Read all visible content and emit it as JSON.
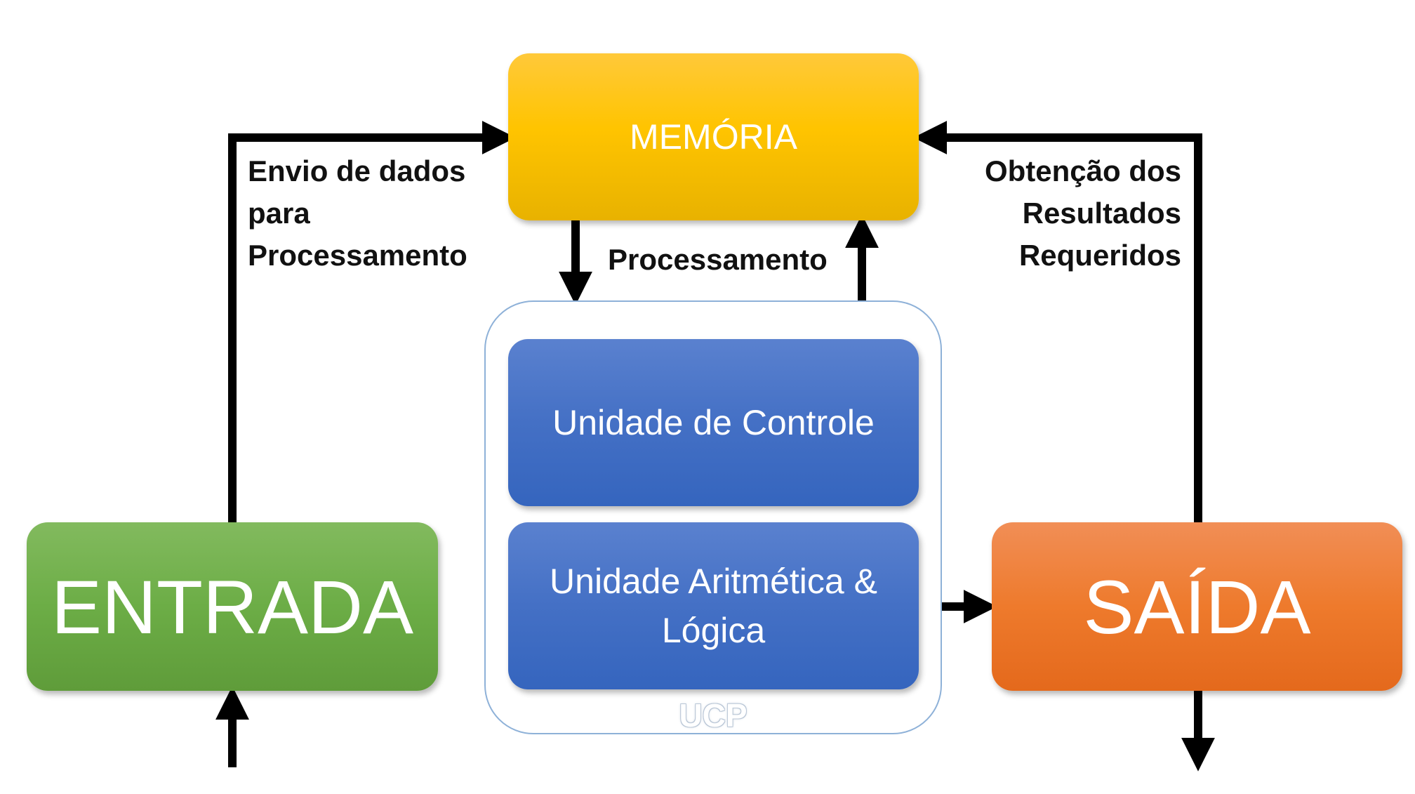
{
  "boxes": {
    "memoria": "MEMÓRIA",
    "entrada": "ENTRADA",
    "saida": "SAÍDA",
    "unidade_controle": "Unidade de Controle",
    "unidade_ula": "Unidade Aritmética &\nLógica",
    "ucp": "UCP"
  },
  "labels": {
    "envio": "Envio de dados\npara\nProcessamento",
    "processamento": "Processamento",
    "obtencao": "Obtenção dos\nResultados\nRequeridos"
  },
  "colors": {
    "memoria": "#ffc400",
    "entrada": "#6cad46",
    "saida": "#ee7a2c",
    "unidades": "#4470c5",
    "ucp_border": "#8eb1d8",
    "arrows": "#000000"
  }
}
